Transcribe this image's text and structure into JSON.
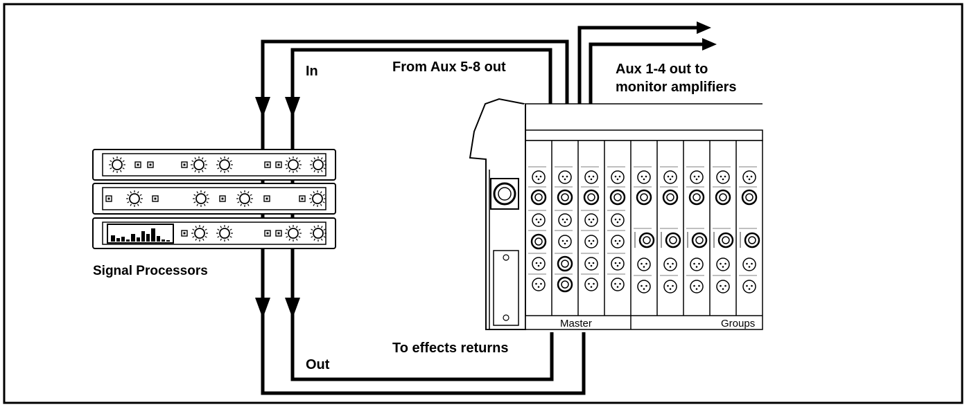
{
  "labels": {
    "in": "In",
    "out": "Out",
    "from_aux": "From Aux 5-8 out",
    "to_effects": "To effects returns",
    "aux_line1": "Aux 1-4 out to",
    "aux_line2": "monitor amplifiers",
    "signal_processors": "Signal Processors",
    "master": "Master",
    "groups": "Groups"
  }
}
